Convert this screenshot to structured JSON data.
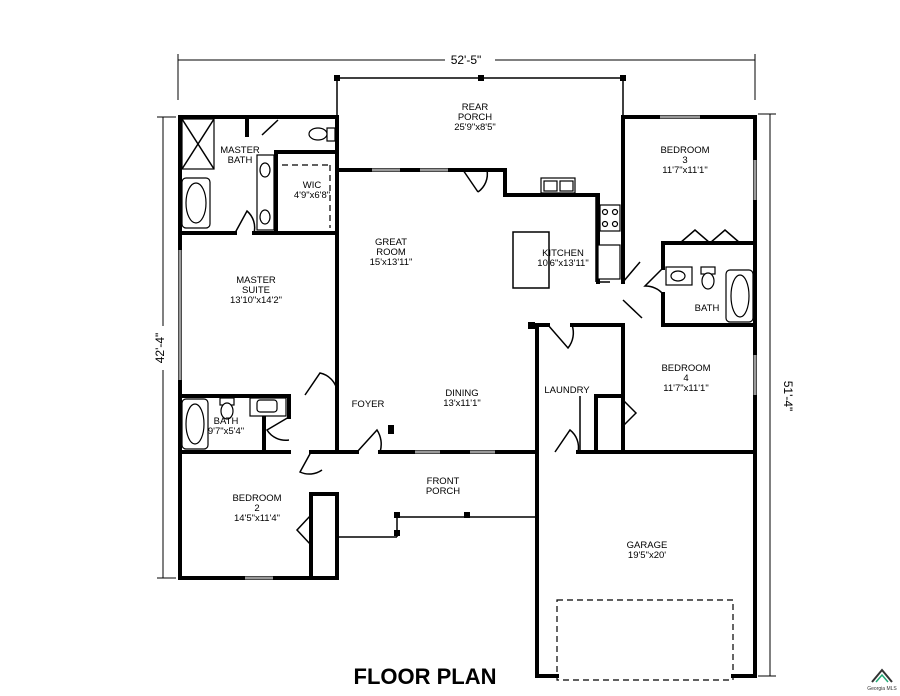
{
  "title": "FLOOR PLAN",
  "dimensions": {
    "overall_width": "52'-5\"",
    "left_depth": "42'-4\"",
    "right_depth": "51'-4\""
  },
  "rooms": {
    "rear_porch": {
      "name1": "REAR",
      "name2": "PORCH",
      "size": "25'9\"x8'5\""
    },
    "master_bath": {
      "name1": "MASTER",
      "name2": "BATH"
    },
    "wic": {
      "name": "WIC",
      "size": "4'9\"x6'8\""
    },
    "master_suite": {
      "name1": "MASTER",
      "name2": "SUITE",
      "size": "13'10\"x14'2\""
    },
    "great_room": {
      "name1": "GREAT",
      "name2": "ROOM",
      "size": "15'x13'11\""
    },
    "kitchen": {
      "name": "KITCHEN",
      "size": "10'6\"x13'11\""
    },
    "bedroom3": {
      "name": "BEDROOM",
      "num": "3",
      "size": "11'7\"x11'1\""
    },
    "bath_right": {
      "name": "BATH"
    },
    "bedroom4": {
      "name": "BEDROOM",
      "num": "4",
      "size": "11'7\"x11'1\""
    },
    "laundry": {
      "name": "LAUNDRY"
    },
    "dining": {
      "name": "DINING",
      "size": "13'x11'1\""
    },
    "foyer": {
      "name": "FOYER"
    },
    "bath_left": {
      "name": "BATH",
      "size": "9'7\"x5'4\""
    },
    "bedroom2": {
      "name": "BEDROOM",
      "num": "2",
      "size": "14'5\"x11'4\""
    },
    "front_porch": {
      "name1": "FRONT",
      "name2": "PORCH"
    },
    "garage": {
      "name": "GARAGE",
      "size": "19'5\"x20'"
    }
  },
  "logo": {
    "text": "Georgia MLS"
  }
}
